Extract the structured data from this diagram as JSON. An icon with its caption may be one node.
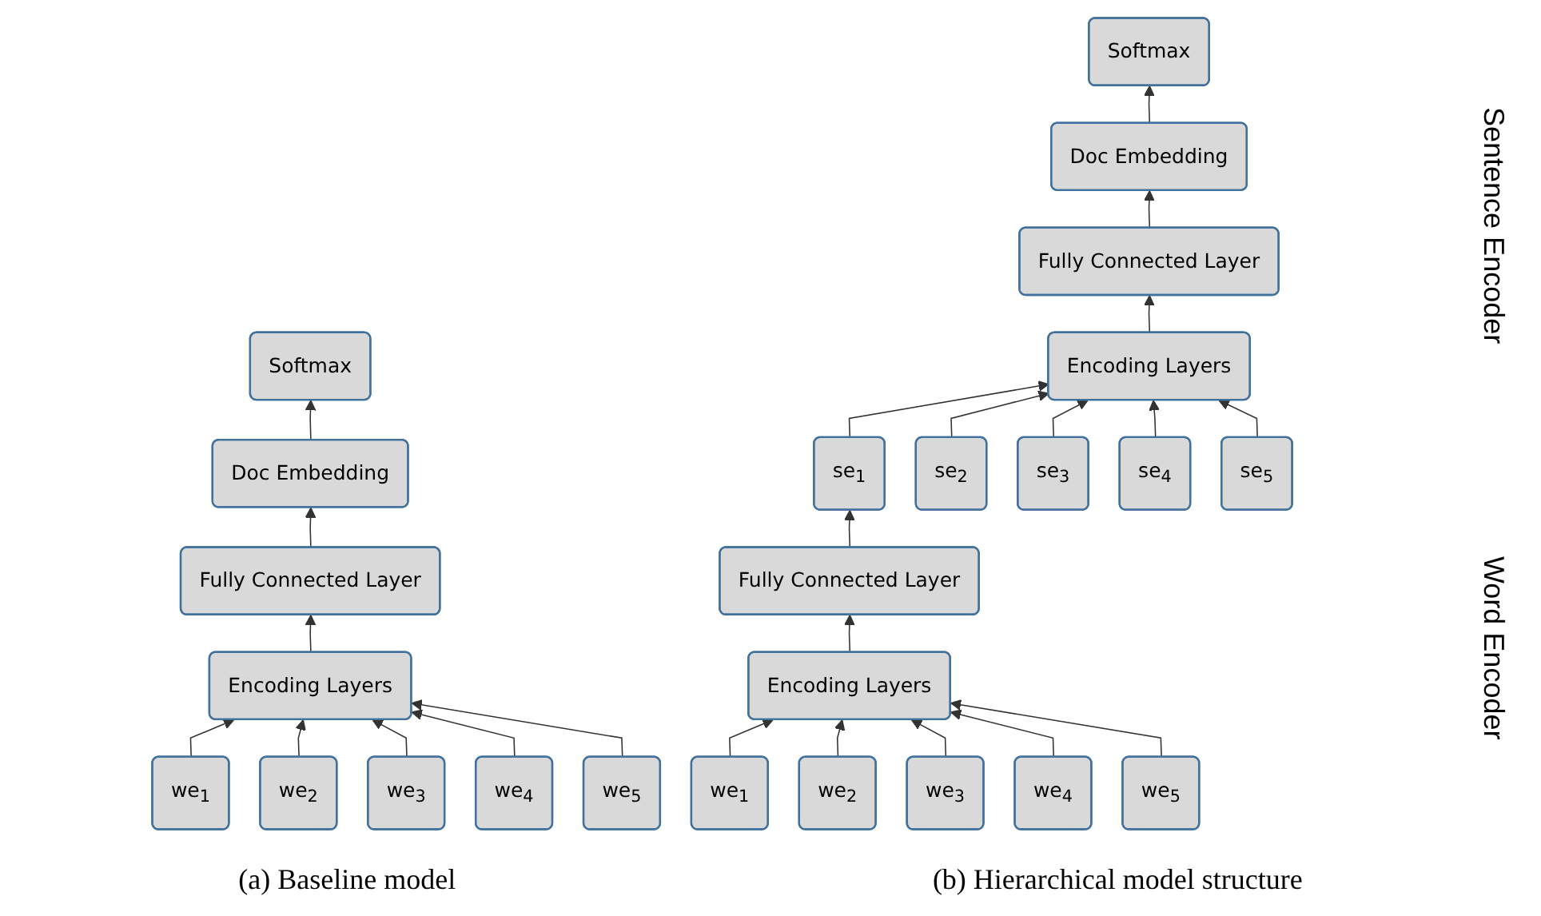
{
  "diagram": {
    "nodes": [
      {
        "text": [
          "Softmax"
        ]
      },
      {
        "text": [
          "Doc Embedding"
        ]
      },
      {
        "text": [
          "Fully Connected Layer"
        ]
      },
      {
        "text": [
          "Encoding Layers"
        ]
      },
      {
        "text": [
          "we$_{1}$"
        ]
      },
      {
        "text": [
          "we$_{2}$"
        ]
      },
      {
        "text": [
          "we$_{3}$"
        ]
      },
      {
        "text": [
          "we$_{4}$"
        ]
      },
      {
        "text": [
          "we$_{5}$"
        ]
      },
      {
        "text": [
          "Softmax"
        ]
      },
      {
        "text": [
          "Doc Embedding"
        ]
      },
      {
        "text": [
          "Fully Connected Layer"
        ]
      },
      {
        "text": [
          "Encoding Layers"
        ]
      },
      {
        "text": [
          "se$_{1}$"
        ]
      },
      {
        "text": [
          "se$_{2}$"
        ]
      },
      {
        "text": [
          "se$_{3}$"
        ]
      },
      {
        "text": [
          "se$_{4}$"
        ]
      },
      {
        "text": [
          "se$_{5}$"
        ]
      },
      {
        "text": [
          "Fully Connected Layer"
        ]
      },
      {
        "text": [
          "Encoding Layers"
        ]
      },
      {
        "text": [
          "we$_{1}$"
        ]
      },
      {
        "text": [
          "we$_{2}$"
        ]
      },
      {
        "text": [
          "we$_{3}$"
        ]
      },
      {
        "text": [
          "we$_{4}$"
        ]
      },
      {
        "text": [
          "we$_{5}$"
        ]
      }
    ],
    "edges": [
      {
        "from": 4,
        "to": 3,
        "arrow": "to"
      },
      {
        "from": 5,
        "to": 3,
        "arrow": "to"
      },
      {
        "from": 6,
        "to": 3,
        "arrow": "to"
      },
      {
        "from": 7,
        "to": 3,
        "arrow": "to"
      },
      {
        "from": 8,
        "to": 3,
        "arrow": "to"
      },
      {
        "from": 3,
        "to": 2,
        "arrow": "to"
      },
      {
        "from": 2,
        "to": 1,
        "arrow": "to"
      },
      {
        "from": 1,
        "to": 0,
        "arrow": "to"
      },
      {
        "from": 13,
        "to": 12,
        "arrow": "to"
      },
      {
        "from": 14,
        "to": 12,
        "arrow": "to"
      },
      {
        "from": 15,
        "to": 12,
        "arrow": "to"
      },
      {
        "from": 16,
        "to": 12,
        "arrow": "to"
      },
      {
        "from": 17,
        "to": 12,
        "arrow": "to"
      },
      {
        "from": 12,
        "to": 11,
        "arrow": "to"
      },
      {
        "from": 11,
        "to": 10,
        "arrow": "to"
      },
      {
        "from": 10,
        "to": 9,
        "arrow": "to"
      },
      {
        "from": 18,
        "to": 13,
        "arrow": "to"
      },
      {
        "from": 19,
        "to": 18,
        "arrow": "to"
      },
      {
        "from": 20,
        "to": 19,
        "arrow": "to"
      },
      {
        "from": 21,
        "to": 19,
        "arrow": "to"
      },
      {
        "from": 22,
        "to": 19,
        "arrow": "to"
      },
      {
        "from": 23,
        "to": 19,
        "arrow": "to"
      },
      {
        "from": 24,
        "to": 19,
        "arrow": "to"
      }
    ],
    "labels": [
      "Sentence Encoder",
      "Word Encoder",
      "(a) Baseline model",
      "(b) Hierarchical model structure"
    ]
  }
}
